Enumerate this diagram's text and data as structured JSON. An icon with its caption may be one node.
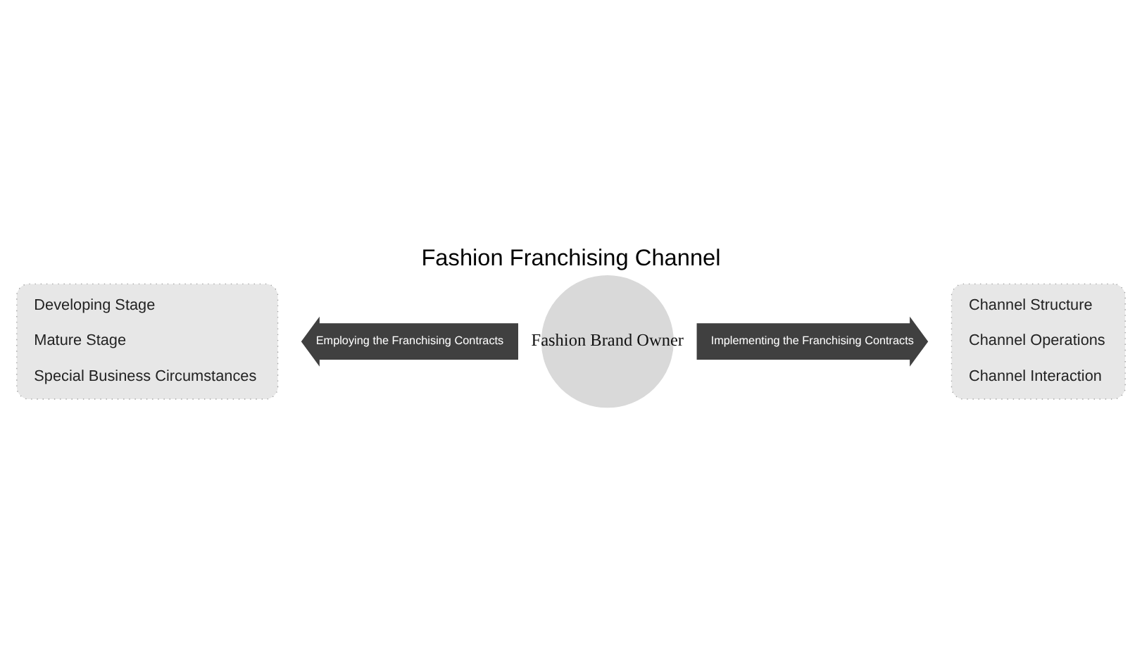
{
  "diagram": {
    "title": "Fashion Franchising Channel",
    "nodes": [
      {
        "text": [
          "Developing Stage",
          "Mature Stage",
          "Special Business Circumstances"
        ]
      },
      {
        "text": [
          "Employing the Franchising Contracts"
        ]
      },
      {
        "text": [
          "Fashion Brand Owner"
        ]
      },
      {
        "text": [
          "Implementing the Franchising Contracts"
        ]
      },
      {
        "text": [
          "Channel Structure",
          "Channel Operations",
          "Channel Interaction"
        ]
      }
    ]
  }
}
